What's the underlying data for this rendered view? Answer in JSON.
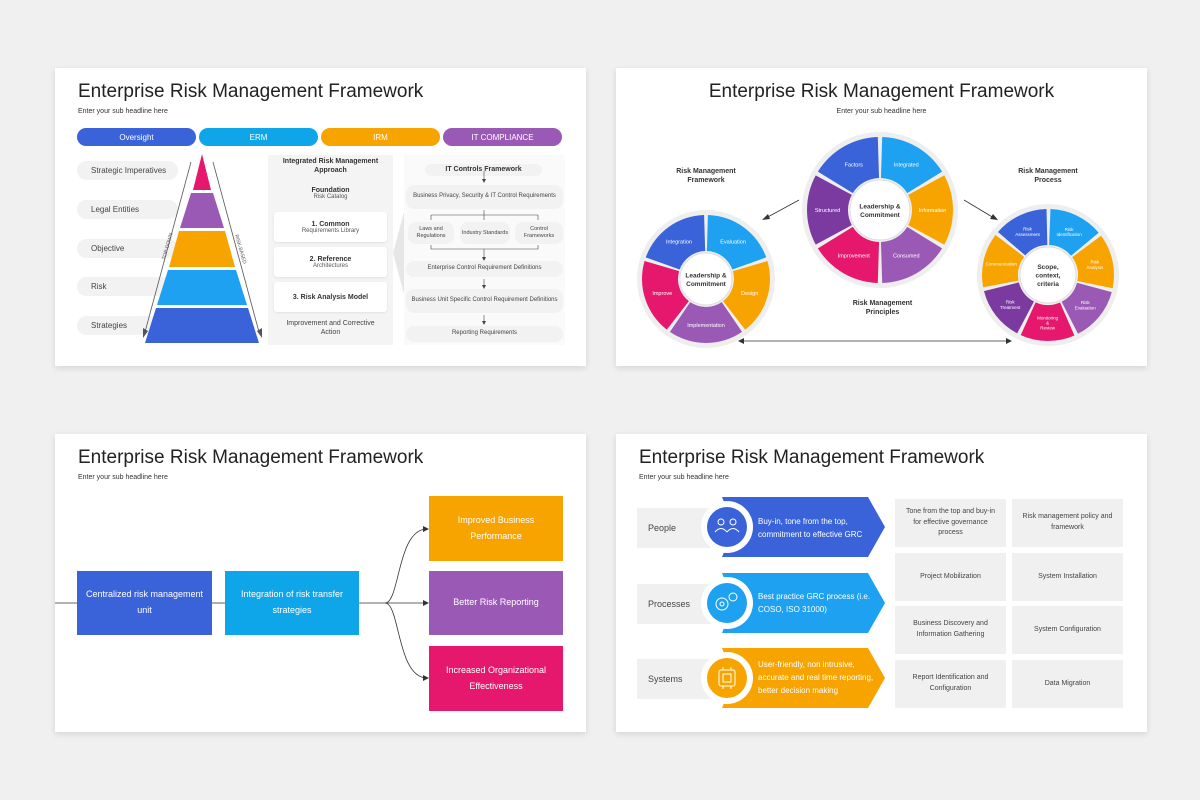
{
  "title": "Enterprise Risk Management Framework",
  "subtitle": "Enter your sub headline here",
  "colors": {
    "blue": "#3a63d9",
    "cyan": "#0ea5e9",
    "orange": "#f7a400",
    "purple": "#9b59b6",
    "magenta": "#e6186d",
    "darkpurple": "#7b3aa0"
  },
  "slide1": {
    "pills": [
      "Oversight",
      "ERM",
      "IRM",
      "IT COMPLIANCE"
    ],
    "left_items": [
      "Strategic Imperatives",
      "Legal Entities",
      "Objective",
      "Risk",
      "Strategies"
    ],
    "top_down": "TOP-DOWN",
    "risk_based": "RISK-BASED",
    "mid": {
      "heading": "Integrated Risk Management Approach",
      "foundation": "Foundation",
      "foundation_sub": "Risk Catalog",
      "common": "1. Common",
      "common_sub": "Requirements Library",
      "reference": "2. Reference",
      "reference_sub": "Architectures",
      "model": "3. Risk Analysis Model",
      "improve": "Improvement and Corrective Action"
    },
    "right": {
      "heading": "IT Controls Framework",
      "b1": "Business Privacy, Security & IT Control Requirements",
      "laws": "Laws and Regulations",
      "industry": "Industry Standards",
      "control": "Control Frameworks",
      "b2": "Enterprise Control Requirement Definitions",
      "b3": "Business Unit Specific Control Requirement Definitions",
      "b4": "Reporting Requirements"
    }
  },
  "slide2": {
    "left_label": "Risk Management Framework",
    "center_label": "Risk Management Principles",
    "right_label": "Risk Management Process",
    "left_center": "Leadership & Commitment",
    "center_center": "Leadership & Commitment",
    "right_center": "Scope, context, criteria",
    "left_segments": [
      "Integration",
      "Evaluation",
      "Design",
      "Implementation",
      "Improve"
    ],
    "center_segments": [
      "Factors",
      "Integrated",
      "Information",
      "Consumed",
      "Improvement",
      "Structured"
    ],
    "right_segments": [
      "Risk Assessment",
      "Risk Identification",
      "Risk Analysis",
      "Risk Evaluation",
      "Monitoring & Review",
      "Risk Treatment",
      "Communication"
    ]
  },
  "slide3": {
    "box1": "Centralized risk management unit",
    "box2": "Integration of risk transfer strategies",
    "out1": "Improved Business Performance",
    "out2": "Better Risk Reporting",
    "out3": "Increased Organizational Effectiveness"
  },
  "slide4": {
    "rows": [
      {
        "label": "People",
        "text": "Buy-in, tone from the top, commitment to effective GRC"
      },
      {
        "label": "Processes",
        "text": "Best practice GRC process (i.e. COSO, ISO 31000)"
      },
      {
        "label": "Systems",
        "text": "User-friendly, non intrusive, accurate and real time reporting, better decision making"
      }
    ],
    "cells": [
      "Tone from the top and buy-in for effective governance process",
      "Risk management policy and framework",
      "Project Mobilization",
      "System Installation",
      "Business Discovery and Information Gathering",
      "System Configuration",
      "Report Identification and Configuration",
      "Data Migration"
    ]
  }
}
